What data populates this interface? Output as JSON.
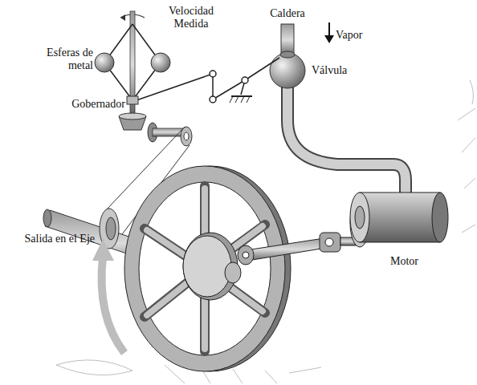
{
  "diagram": {
    "labels": [
      "Velocidad Medida",
      "Caldera",
      "Vapor",
      "Esferas de metal",
      "Válvula",
      "Gobernador",
      "Salida en el Eje",
      "Motor"
    ]
  }
}
